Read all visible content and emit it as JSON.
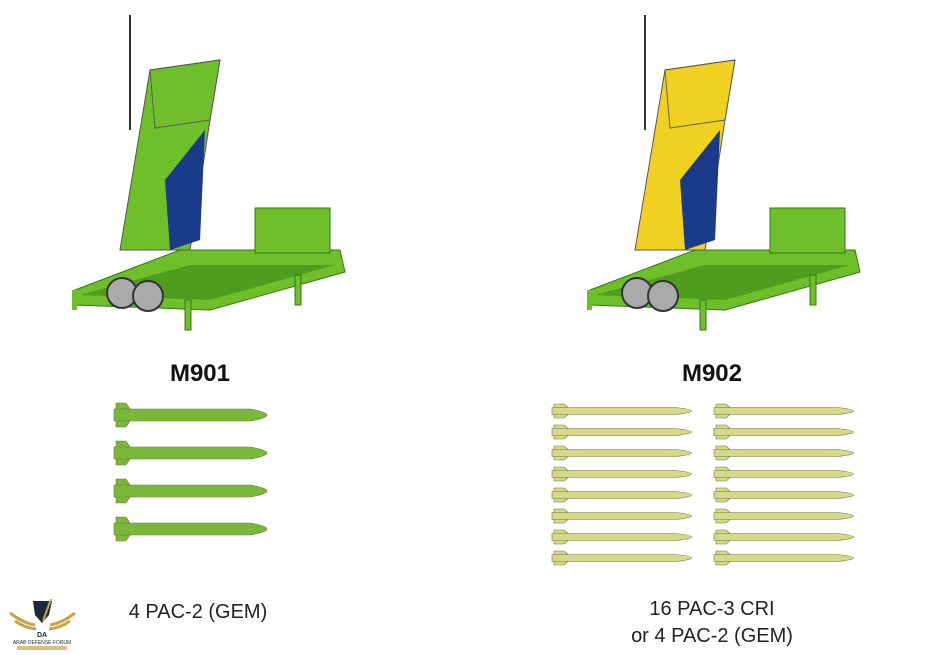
{
  "launchers": [
    {
      "name": "M901",
      "caption": [
        "4 PAC-2 (GEM)"
      ],
      "canister_color": "#6fbf2a",
      "missiles": 4,
      "columns": 1
    },
    {
      "name": "M902",
      "caption": [
        "16 PAC-3 CRI",
        "or 4 PAC-2 (GEM)"
      ],
      "canister_color": "#f0d020",
      "missiles": 16,
      "columns": 2
    }
  ],
  "logo": {
    "text": "ARAB DEFENSE FORUM",
    "initials": "DA"
  },
  "colors": {
    "body": "#6fbf2a",
    "dark": "#2f7a12",
    "blue": "#1a3a8a",
    "missile2": "#7ab83a",
    "missile3": "#d6d88a"
  }
}
